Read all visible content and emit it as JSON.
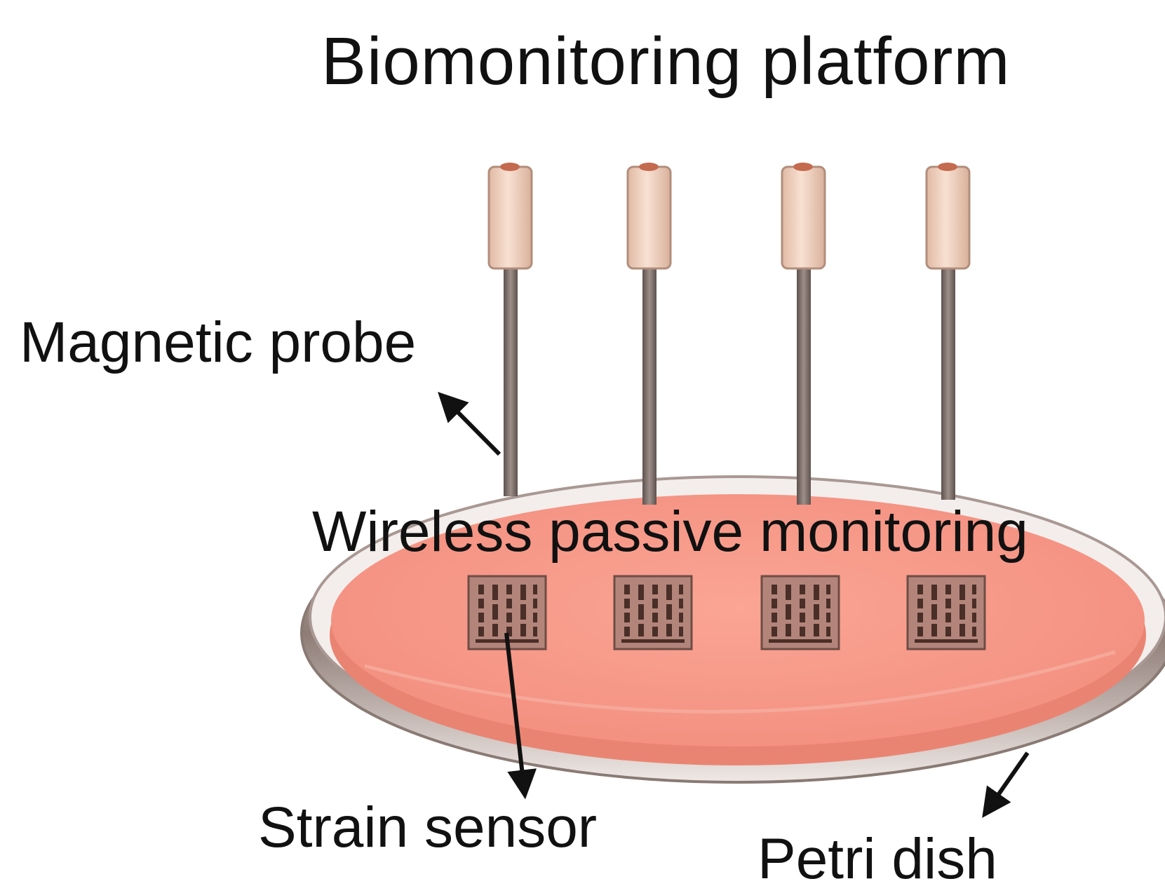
{
  "diagram": {
    "title": "Biomonitoring platform",
    "labels": {
      "magnetic_probe": "Magnetic probe",
      "wireless": "Wireless passive monitoring",
      "strain_sensor": "Strain sensor",
      "petri_dish": "Petri dish"
    },
    "probe_count": 4,
    "sensor_count": 4,
    "colors": {
      "medium": "#f59a8c",
      "medium_edge": "#e8836f",
      "dish_rim": "#b7a8a2",
      "probe_cap": "#f1d2bf",
      "probe_rod": "#7a6b66",
      "sensor": "#b3857a",
      "arrow": "#111111"
    }
  }
}
